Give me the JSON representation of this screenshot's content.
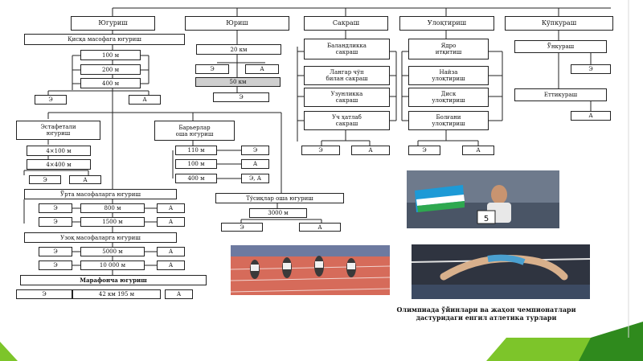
{
  "headers": {
    "running": "Югуриш",
    "walking": "Юриш",
    "jumping": "Сакраш",
    "throwing": "Улоқтириш",
    "allround": "Кўпкураш"
  },
  "running": {
    "short": "Қисқа масофага югуриш",
    "short_items": [
      "100 м",
      "200 м",
      "400 м"
    ],
    "short_sexes": [
      "Э",
      "А"
    ],
    "relay": "Эстафетали\nюгуриш",
    "relay_items": [
      "4×100 м",
      "4×400 м"
    ],
    "relay_sexes": [
      "Э",
      "А"
    ],
    "hurdles": "Барьерлар\nоша югуриш",
    "hurdles_items": [
      {
        "dist": "110 м",
        "sex": "Э"
      },
      {
        "dist": "100 м",
        "sex": "А"
      },
      {
        "dist": "400 м",
        "sex": "Э, А"
      }
    ],
    "middle": "Ўрта масофаларга югуриш",
    "middle_items": [
      {
        "sex": "Э",
        "dist": "800 м",
        "sex2": "А"
      },
      {
        "sex": "Э",
        "dist": "1500 м",
        "sex2": "А"
      }
    ],
    "long": "Узоқ масофаларга югуриш",
    "long_items": [
      {
        "sex": "Э",
        "dist": "5000 м",
        "sex2": "А"
      },
      {
        "sex": "Э",
        "dist": "10 000 м",
        "sex2": "А"
      }
    ],
    "marathon": "Марафонча югуриш",
    "marathon_item": {
      "sex": "Э",
      "dist": "42 км 195 м",
      "sex2": "А"
    },
    "steeple": "Тўсиқлар оша югуриш",
    "steeple_item": "3000 м",
    "steeple_sexes": [
      "Э",
      "А"
    ]
  },
  "walking": {
    "item1": "20 км",
    "item1_sexes": [
      "Э",
      "А"
    ],
    "item2": "50 км",
    "item2_sex": "Э"
  },
  "jumping": {
    "items": [
      "Баландликка\nсакраш",
      "Лангар чўп\nбилан сакраш",
      "Узунликка\nсакраш",
      "Уч ҳатлаб\nсакраш"
    ],
    "sexes": [
      "Э",
      "А"
    ]
  },
  "throwing": {
    "items": [
      "Ядро\nитқитиш",
      "Найза\nулоқтириш",
      "Диск\nулоқтириш",
      "Болғани\nулоқтириш"
    ],
    "sexes": [
      "Э",
      "А"
    ]
  },
  "allround": {
    "items": [
      "Ўнкураш",
      "Еттикураш"
    ],
    "sexes": [
      "Э",
      "А"
    ]
  },
  "caption": "Олимпиада ўйинлари ва жаҳон чемпионатлари\nдастуридаги енгил атлетика турлари",
  "colors": {
    "accent_green": "#7dc52a",
    "dark_green": "#2f8a1d"
  }
}
